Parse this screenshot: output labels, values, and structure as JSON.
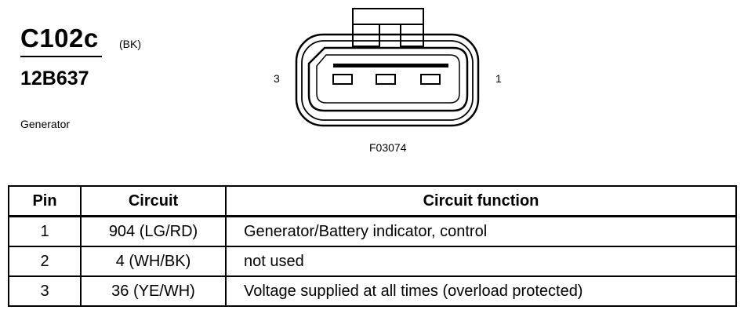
{
  "header": {
    "connector_id": "C102c",
    "connector_color": "(BK)",
    "part_number": "12B637",
    "component": "Generator"
  },
  "diagram": {
    "pin_label_left": "3",
    "pin_label_right": "1",
    "figure_code": "F03074",
    "terminal_count": 3
  },
  "table": {
    "columns": [
      "Pin",
      "Circuit",
      "Circuit function"
    ],
    "rows": [
      {
        "pin": "1",
        "circuit": "904 (LG/RD)",
        "function": "Generator/Battery indicator, control"
      },
      {
        "pin": "2",
        "circuit": "4 (WH/BK)",
        "function": "not used"
      },
      {
        "pin": "3",
        "circuit": "36 (YE/WH)",
        "function": "Voltage supplied at all times (overload protected)"
      }
    ]
  }
}
